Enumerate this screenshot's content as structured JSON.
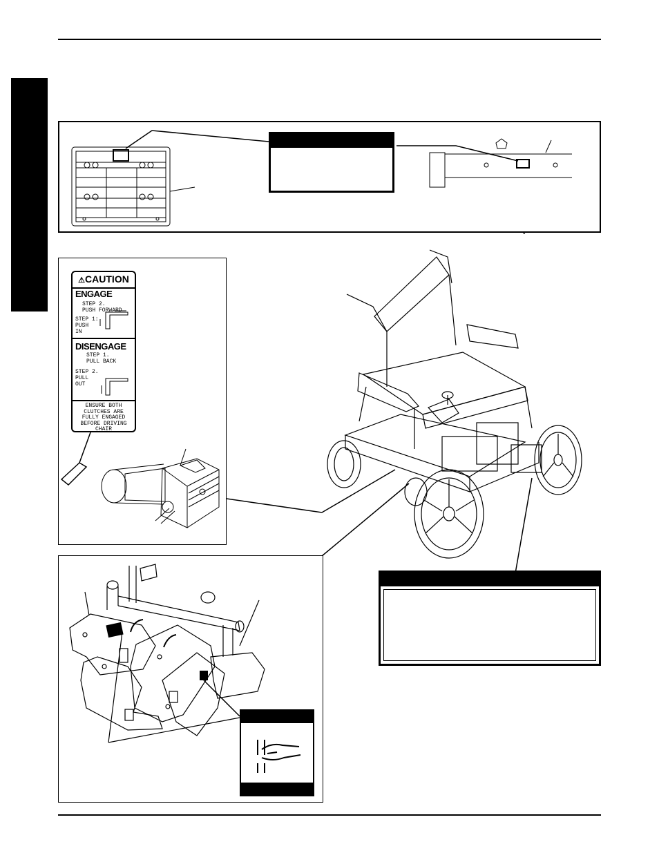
{
  "caution_label": {
    "header": "CAUTION",
    "engage_title": "ENGAGE",
    "engage_step2": "STEP 2.",
    "engage_step2_action": "PUSH FORWARD",
    "engage_step1": "STEP 1:",
    "engage_step1_action": "PUSH",
    "engage_step1_action2": "IN",
    "disengage_title": "DISENGAGE",
    "disengage_step1": "STEP 1.",
    "disengage_step1_action": "PULL BACK",
    "disengage_step2": "STEP 2.",
    "disengage_step2_action": "PULL",
    "disengage_step2_action2": "OUT",
    "footer_line1": "ENSURE BOTH",
    "footer_line2": "CLUTCHES ARE",
    "footer_line3": "FULLY ENGAGED",
    "footer_line4": "BEFORE DRIVING",
    "footer_line5": "CHAIR"
  }
}
